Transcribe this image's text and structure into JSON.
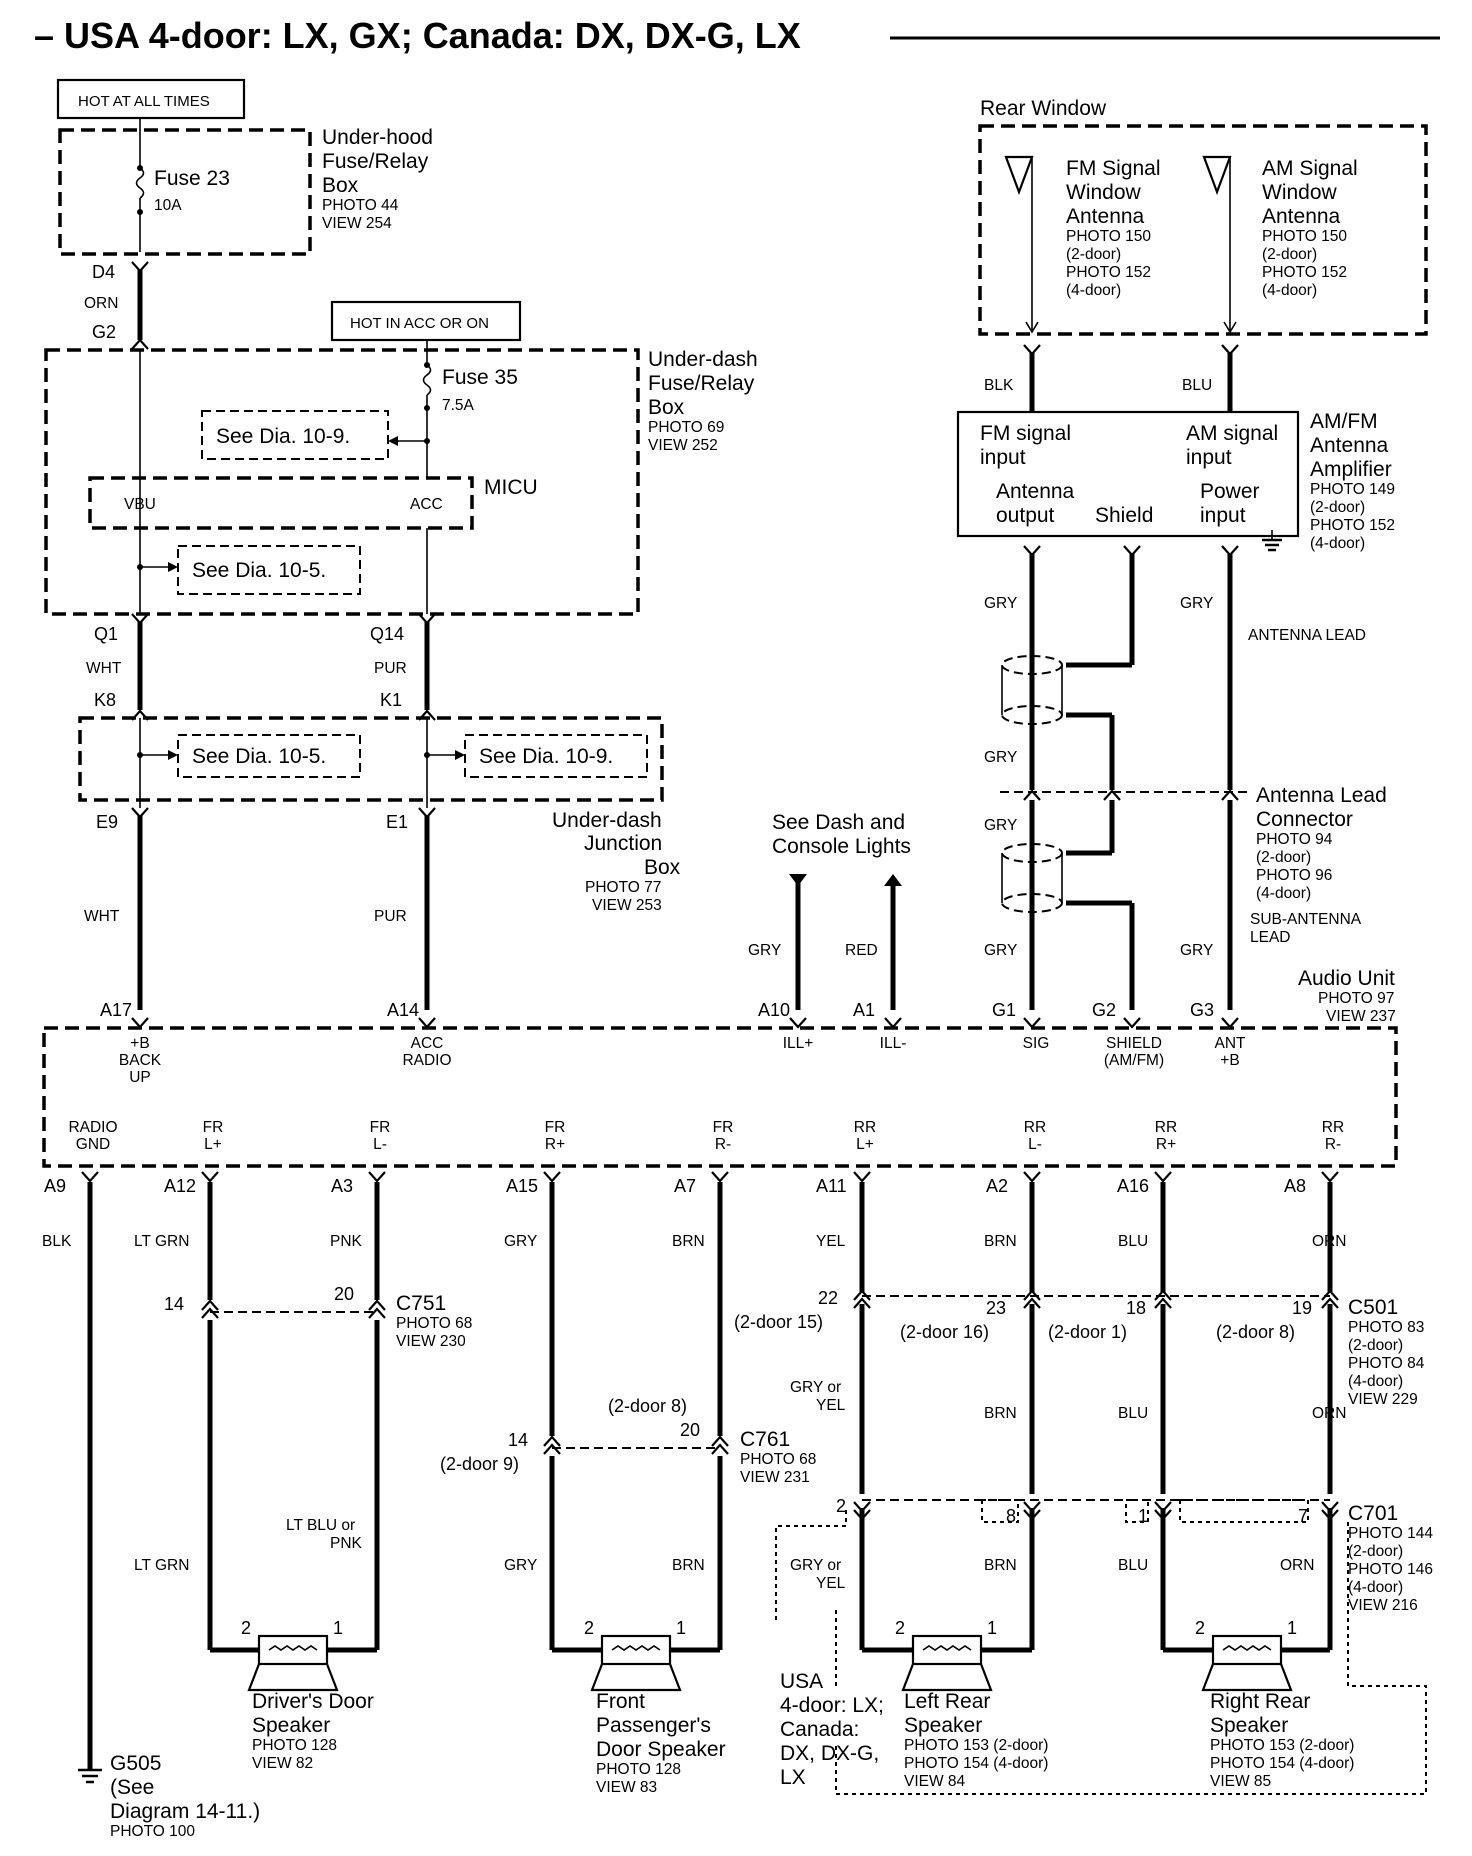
{
  "title": "– USA 4-door: LX, GX; Canada: DX, DX-G, LX",
  "hot_at_all_times": "HOT AT ALL TIMES",
  "hot_in_acc": "HOT IN ACC OR ON",
  "underhood": {
    "l1": "Under-hood",
    "l2": "Fuse/Relay",
    "l3": "Box",
    "p1": "PHOTO 44",
    "p2": "VIEW 254",
    "fuse": "Fuse 23",
    "amp": "10A"
  },
  "underdash_fuse": {
    "l1": "Under-dash",
    "l2": "Fuse/Relay",
    "l3": "Box",
    "p1": "PHOTO 69",
    "p2": "VIEW 252",
    "fuse": "Fuse 35",
    "amp": "7.5A",
    "micu": "MICU",
    "vbu": "VBU",
    "acc": "ACC",
    "see_109": "See Dia. 10-9.",
    "see_105": "See Dia. 10-5."
  },
  "junction": {
    "l1": "Under-dash",
    "l2": "Junction",
    "l3": "Box",
    "p1": "PHOTO 77",
    "p2": "VIEW 253",
    "see_105": "See Dia. 10-5.",
    "see_109": "See Dia. 10-9."
  },
  "pins": {
    "d4": "D4",
    "g2": "G2",
    "q1": "Q1",
    "q14": "Q14",
    "k8": "K8",
    "k1": "K1",
    "e9": "E9",
    "e1": "E1"
  },
  "colors": {
    "orn": "ORN",
    "wht": "WHT",
    "pur": "PUR",
    "gry": "GRY",
    "red": "RED",
    "blk": "BLK",
    "blu": "BLU",
    "ltgrn": "LT GRN",
    "pnk": "PNK",
    "brn": "BRN",
    "yel": "YEL",
    "gry_or": "GRY or",
    "ltblu_or": "LT BLU or",
    "antenna_lead": "ANTENNA LEAD"
  },
  "rear_window": "Rear Window",
  "fm_ant": {
    "l1": "FM Signal",
    "l2": "Window",
    "l3": "Antenna",
    "p1": "PHOTO 150",
    "p2": "(2-door)",
    "p3": "PHOTO 152",
    "p4": "(4-door)"
  },
  "am_ant": {
    "l1": "AM Signal",
    "l2": "Window",
    "l3": "Antenna",
    "p1": "PHOTO 150",
    "p2": "(2-door)",
    "p3": "PHOTO 152",
    "p4": "(4-door)"
  },
  "amp": {
    "fm1": "FM signal",
    "fm2": "input",
    "am1": "AM signal",
    "am2": "input",
    "ao1": "Antenna",
    "ao2": "output",
    "shield": "Shield",
    "pw1": "Power",
    "pw2": "input",
    "n1": "AM/FM",
    "n2": "Antenna",
    "n3": "Amplifier",
    "p1": "PHOTO 149",
    "p2": "(2-door)",
    "p3": "PHOTO 152",
    "p4": "(4-door)"
  },
  "ant_conn": {
    "l1": "Antenna Lead",
    "l2": "Connector",
    "p1": "PHOTO 94",
    "p2": "(2-door)",
    "p3": "PHOTO 96",
    "p4": "(4-door)",
    "s1": "SUB-ANTENNA",
    "s2": "LEAD"
  },
  "dash_lights": {
    "l1": "See Dash and",
    "l2": "Console Lights"
  },
  "audio": {
    "name": "Audio Unit",
    "p1": "PHOTO 97",
    "p2": "VIEW 237",
    "top_pins": [
      "A17",
      "A14",
      "A10",
      "A1",
      "G1",
      "G2",
      "G3"
    ],
    "bu1": "+B",
    "bu2": "BACK",
    "bu3": "UP",
    "acc1": "ACC",
    "acc2": "RADIO",
    "illp": "ILL+",
    "illm": "ILL-",
    "sig": "SIG",
    "sh1": "SHIELD",
    "sh2": "(AM/FM)",
    "ant1": "ANT",
    "ant2": "+B",
    "bot_labels": [
      [
        "RADIO",
        "GND"
      ],
      [
        "FR",
        "L+"
      ],
      [
        "FR",
        "L-"
      ],
      [
        "FR",
        "R+"
      ],
      [
        "FR",
        "R-"
      ],
      [
        "RR",
        "L+"
      ],
      [
        "RR",
        "L-"
      ],
      [
        "RR",
        "R+"
      ],
      [
        "RR",
        "R-"
      ]
    ],
    "bot_pins": [
      "A9",
      "A12",
      "A3",
      "A15",
      "A7",
      "A11",
      "A2",
      "A16",
      "A8"
    ]
  },
  "c751": {
    "name": "C751",
    "p1": "PHOTO 68",
    "p2": "VIEW 230",
    "a": "14",
    "b": "20"
  },
  "c761": {
    "name": "C761",
    "p1": "PHOTO 68",
    "p2": "VIEW 231",
    "a": "14",
    "a2": "(2-door 9)",
    "b": "20",
    "b2": "(2-door 8)"
  },
  "c501": {
    "name": "C501",
    "p1": "PHOTO 83",
    "p2": "(2-door)",
    "p3": "PHOTO 84",
    "p4": "(4-door)",
    "p5": "VIEW 229",
    "n1": "22",
    "n1b": "(2-door 15)",
    "n2": "23",
    "n2b": "(2-door 16)",
    "n3": "18",
    "n3b": "(2-door 1)",
    "n4": "19",
    "n4b": "(2-door 8)"
  },
  "c701": {
    "name": "C701",
    "p1": "PHOTO 144",
    "p2": "(2-door)",
    "p3": "PHOTO 146",
    "p4": "(4-door)",
    "p5": "VIEW 216",
    "n1": "2",
    "n2": "8",
    "n3": "1",
    "n4": "7"
  },
  "spk_pins": {
    "p1": "1",
    "p2": "2"
  },
  "driver_spk": {
    "l1": "Driver's Door",
    "l2": "Speaker",
    "p1": "PHOTO 128",
    "p2": "VIEW 82"
  },
  "pass_spk": {
    "l1": "Front",
    "l2": "Passenger's",
    "l3": "Door Speaker",
    "p1": "PHOTO 128",
    "p2": "VIEW 83"
  },
  "left_spk": {
    "l1": "Left Rear",
    "l2": "Speaker",
    "p1": "PHOTO 153 (2-door)",
    "p2": "PHOTO 154 (4-door)",
    "p3": "VIEW 84"
  },
  "right_spk": {
    "l1": "Right Rear",
    "l2": "Speaker",
    "p1": "PHOTO 153 (2-door)",
    "p2": "PHOTO 154 (4-door)",
    "p3": "VIEW 85"
  },
  "usa_note": {
    "l1": "USA",
    "l2": "4-door: LX;",
    "l3": "Canada:",
    "l4": "DX, DX-G,",
    "l5": "LX"
  },
  "g505": {
    "l1": "G505",
    "l2": "(See",
    "l3": "Diagram  14-11.)",
    "p1": "PHOTO 100"
  }
}
